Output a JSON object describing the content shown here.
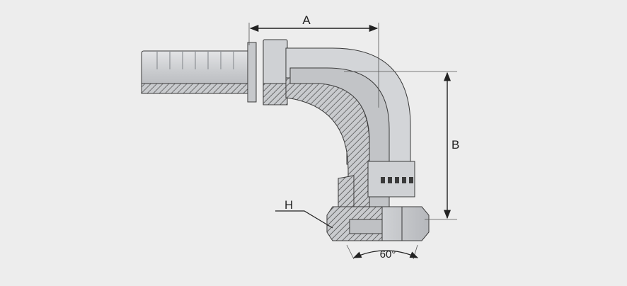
{
  "diagram": {
    "labels": {
      "dim_a": "A",
      "dim_b": "B",
      "dim_h": "H",
      "angle": "60°"
    },
    "colors": {
      "background": "#ededed",
      "metal_light": "#d7d8da",
      "metal_mid": "#bfc1c4",
      "metal_dark": "#9ea1a5",
      "outline": "#3a3a3a",
      "hatch": "#3a3a3a",
      "dimension": "#222222"
    }
  }
}
